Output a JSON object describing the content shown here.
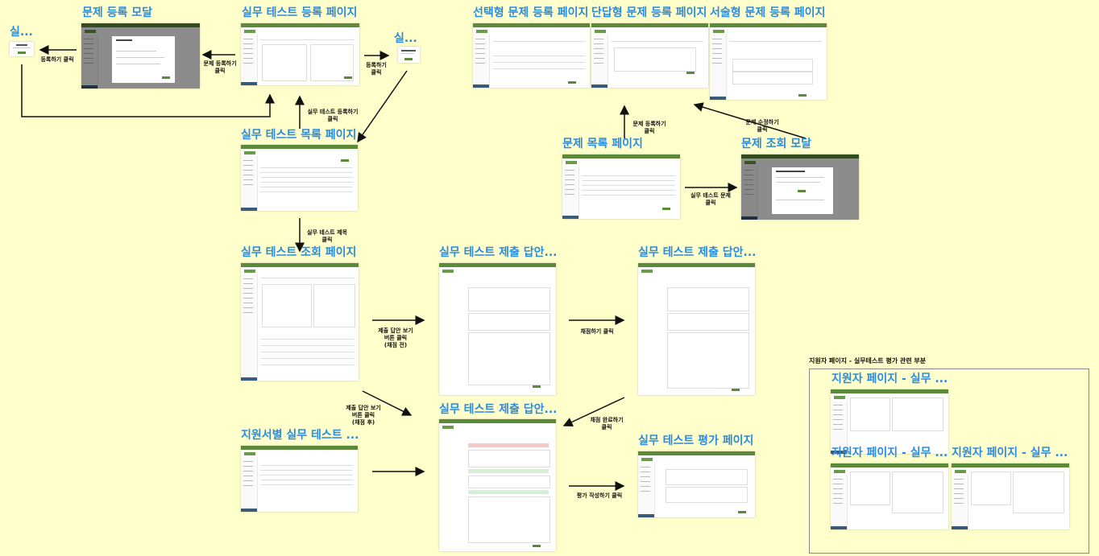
{
  "titles": {
    "modal_register": "문제 등록 모달",
    "left_small": "실...",
    "practical_register_page": "실무 테스트 등록 페이지",
    "right_small": "실...",
    "choice_register": "선택형 문제 등록 페이지",
    "short_register": "단답형 문제 등록 페이지",
    "essay_register": "서술형 문제 등록 페이지",
    "practical_list_page": "실무 테스트 목록 페이지",
    "question_list_page": "문제 목록 페이지",
    "question_view_modal": "문제 조회 모달",
    "practical_view_page": "실무 테스트 조회 페이지",
    "answer_page_1": "실무 테스트 제출 답안...",
    "answer_page_2": "실무 테스트 제출 답안...",
    "answer_page_3": "실무 테스트 제출 답안...",
    "by_applicant": "지원서별 실무 테스트 ...",
    "evaluation_page": "실무 테스트 평가 페이지",
    "applicant_1": "지원자 페이지 - 실무 ...",
    "applicant_2": "지원자 페이지 - 실무 ...",
    "applicant_3": "지원자 페이지 - 실무 ..."
  },
  "group_label": "지원자 페이지 - 실무테스트 평가 관련 부분",
  "labels": {
    "register_click_left": "등록하기 클릭",
    "question_register_click": "문제 등록하기\n클릭",
    "register_click_right": "등록하기\n클릭",
    "practical_register_click": "실무 테스트 등록하기\n클릭",
    "question_register_click_2": "문제 등록하기\n클릭",
    "question_edit_click": "문제 수정하기\n클릭",
    "practical_question_click": "실무 테스트 문제\n클릭",
    "practical_title_click": "실무 테스트 제목\n클릭",
    "answer_view_before": "제출 답안 보기\n버튼 클릭\n(채점 전)",
    "grading_click": "채점하기 클릭",
    "answer_view_after": "제출 답안 보기\n버튼 클릭\n(채점 후)",
    "grading_done_click": "채점 완료하기\n클릭",
    "evaluation_write_click": "평가 작성하기 클릭"
  },
  "colors": {
    "background": "#ffffcc",
    "title": "#2b8be0",
    "brand": "#5a8a3a"
  }
}
